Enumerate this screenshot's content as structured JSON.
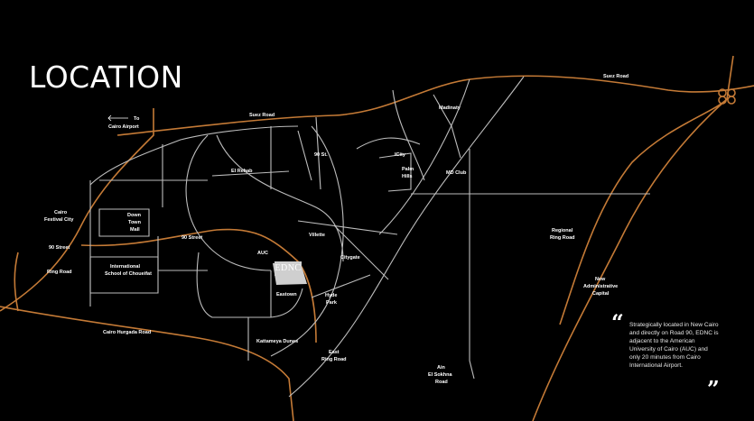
{
  "title": "LOCATION",
  "colors": {
    "background": "#000000",
    "highway": "#c47a36",
    "road": "#bfbfbf",
    "text": "#ffffff"
  },
  "labels": {
    "suez_road_top": "Suez Road",
    "suez_road_left": "Suez Road",
    "to_cairo_airport_to": "To",
    "to_cairo_airport": "Cairo Airport",
    "madinaty": "Madinaty",
    "el_rehab": "El Rehab",
    "ninety_st_upper": "90 St.",
    "icity": "ICity",
    "palm_hills": "Palm Hills",
    "md_club": "MD Club",
    "cairo_festival_city": "Cairo Festival City",
    "down_town_mall": "Down Town Mall",
    "ninety_street_left": "90 Street",
    "ninety_street_mid": "90 Street",
    "villette": "Villette",
    "auc": "AUC",
    "citygate": "Citygate",
    "ring_road": "Ring Road",
    "international_school": "International School of Choueifat",
    "regional_ring_road": "Regional Ring Road",
    "new_administrative_capital": "New Administrative Capital",
    "eastown": "Eastown",
    "hyde_park": "Hyde Park",
    "cairo_hurgada_road": "Cairo Hurgada Road",
    "kattameya_dunes": "Kattameya Dunes",
    "east_ring_road": "East Ring Road",
    "ain_el_sokhna_road": "Ain El Sokhna Road"
  },
  "project_marker": "EDNC",
  "quote": {
    "open_mark": "“",
    "close_mark": "”",
    "text": "Strategically located in New Cairo and directly on Road 90, EDNC is adjacent to the American University of Cairo (AUC) and only 20 minutes from Cairo International Airport."
  }
}
